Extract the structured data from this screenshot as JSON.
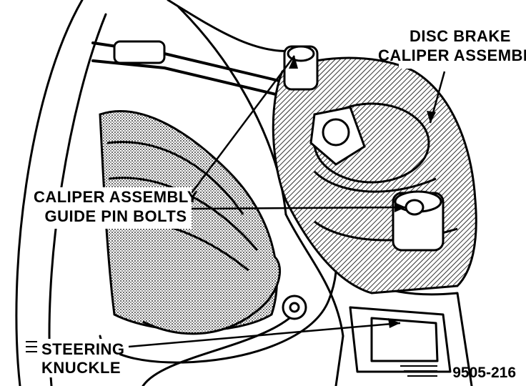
{
  "labels": {
    "caliper_assembly": [
      "DISC BRAKE",
      "CALIPER ASSEMBLY"
    ],
    "guide_pin_bolts": [
      "CALIPER ASSEMBLY",
      "GUIDE PIN BOLTS"
    ],
    "steering_knuckle": [
      "STEERING",
      "KNUCKLE"
    ]
  },
  "figure_id": "9505-216",
  "colors": {
    "ink": "#000000",
    "paper": "#ffffff"
  }
}
